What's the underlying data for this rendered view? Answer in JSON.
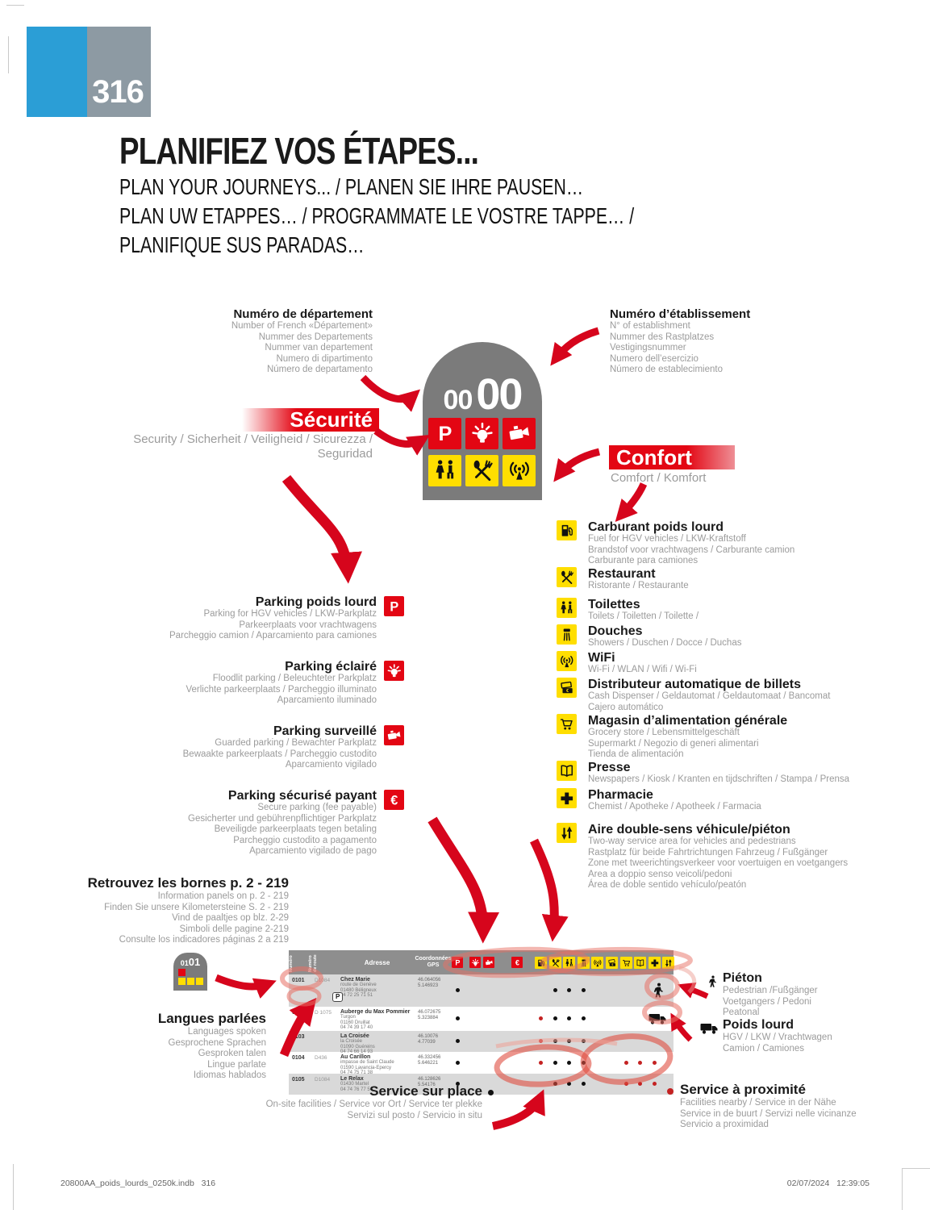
{
  "colors": {
    "red": "#e30613",
    "yellow": "#ffde00",
    "blue": "#2b9ed6",
    "gray_square": "#8d9aa3",
    "sign_gray": "#7b7b7b",
    "table_header": "#8e8e8e",
    "row_alt": "#d9d9d9",
    "text_gray": "#9b9b9b",
    "onsite_dot": "#111111",
    "nearby_dot": "#c42222"
  },
  "page": {
    "number": "316",
    "title": "PLANIFIEZ VOS ÉTAPES...",
    "subtitle_lines": [
      "PLAN YOUR JOURNEYS... / PLANEN SIE IHRE PAUSEN…",
      "PLAN UW ETAPPES… / PROGRAMMATE LE VOSTRE TAPPE… /",
      "PLANIFIQUE SUS PARADAS…"
    ]
  },
  "dept": {
    "title": "Numéro de département",
    "lines": [
      "Number of French «Département»",
      "Nummer des Departements",
      "Nummer van departement",
      "Numero di dipartimento",
      "Número de departamento"
    ]
  },
  "estab": {
    "title": "Numéro d’établissement",
    "lines": [
      "N° of establishment",
      "Nummer des Rastplatzes",
      "Vestigingsnummer",
      "Numero dell’esercizio",
      "Número de establecimiento"
    ]
  },
  "sign": {
    "numbers": [
      "00",
      "00"
    ],
    "security_icons": [
      "parking-icon",
      "light-icon",
      "camera-icon"
    ],
    "comfort_icons": [
      "toilets-icon",
      "restaurant-icon",
      "wifi-icon"
    ]
  },
  "security": {
    "title": "Sécurité",
    "lines": [
      "Security / Sicherheit / Veiligheid / Sicurezza /",
      "Seguridad"
    ]
  },
  "comfort": {
    "title": "Confort",
    "lines": [
      "Comfort / Komfort"
    ]
  },
  "services": [
    {
      "icon": "fuel-icon",
      "title": "Carburant poids lourd",
      "lines": [
        "Fuel for HGV vehicles / LKW-Kraftstoff",
        "Brandstof voor vrachtwagens / Carburante camion",
        "Carburante para camiones"
      ]
    },
    {
      "icon": "restaurant-icon",
      "title": "Restaurant",
      "lines": [
        "Ristorante / Restaurante"
      ]
    },
    {
      "icon": "toilets-icon",
      "title": "Toilettes",
      "lines": [
        "Toilets / Toiletten / Toilette /"
      ]
    },
    {
      "icon": "shower-icon",
      "title": "Douches",
      "lines": [
        "Showers / Duschen / Docce / Duchas"
      ]
    },
    {
      "icon": "wifi-icon",
      "title": "WiFi",
      "lines": [
        "Wi-Fi / WLAN / Wifi / Wi-Fi"
      ]
    },
    {
      "icon": "atm-icon",
      "title": "Distributeur automatique de billets",
      "lines": [
        "Cash Dispenser / Geldautomat / Geldautomaat / Bancomat",
        "Cajero automático"
      ]
    },
    {
      "icon": "cart-icon",
      "title": "Magasin d’alimentation générale",
      "lines": [
        "Grocery store / Lebensmittelgeschäft",
        "Supermarkt / Negozio di generi alimentari",
        "Tienda de alimentación"
      ]
    },
    {
      "icon": "press-icon",
      "title": "Presse",
      "lines": [
        "Newspapers / Kiosk / Kranten en tijdschriften / Stampa / Prensa"
      ]
    },
    {
      "icon": "pharmacy-icon",
      "title": "Pharmacie",
      "lines": [
        "Chemist / Apotheke / Apotheek / Farmacia"
      ]
    },
    {
      "icon": "twoway-icon",
      "title": "Aire double-sens véhicule/piéton",
      "lines": [
        "Two-way service area for vehicles and pedestrians",
        "Rastplatz für beide Fahrtrichtungen Fahrzeug / Fußgänger",
        "Zone met tweerichtingsverkeer voor voertuigen en voetgangers",
        "Area a doppio senso veicoli/pedoni",
        "Área de doble sentido vehículo/peatón"
      ]
    }
  ],
  "parkings": [
    {
      "icon": "parking-icon",
      "title": "Parking poids lourd",
      "lines": [
        "Parking for HGV vehicles / LKW-Parkplatz",
        "Parkeerplaats voor vrachtwagens",
        "Parcheggio camion / Aparcamiento para camiones"
      ]
    },
    {
      "icon": "light-icon",
      "title": "Parking éclairé",
      "lines": [
        "Floodlit parking / Beleuchteter Parkplatz",
        "Verlichte parkeerplaats / Parcheggio illuminato",
        "Aparcamiento iluminado"
      ]
    },
    {
      "icon": "camera-icon",
      "title": "Parking surveillé",
      "lines": [
        "Guarded parking / Bewachter Parkplatz",
        "Bewaakte parkeerplaats / Parcheggio custodito",
        "Aparcamiento vigilado"
      ]
    },
    {
      "icon": "euro-icon",
      "title": "Parking sécurisé payant",
      "lines": [
        "Secure parking (fee payable)",
        "Gesicherter und gebührenpflichtiger Parkplatz",
        "Beveiligde parkeerplaats tegen betaling",
        "Parcheggio custodito a pagamento",
        "Aparcamiento vigilado de pago"
      ]
    }
  ],
  "bornes": {
    "title": "Retrouvez les bornes p. 2 - 219",
    "lines": [
      "Information panels on p. 2 - 219",
      "Finden Sie unsere Kilometersteine S. 2 - 219",
      "Vind de paaltjes op blz. 2-29",
      "Simboli delle pagine 2-219",
      "Consulte los indicadores páginas 2 a 219"
    ]
  },
  "langues": {
    "title": "Langues parlées",
    "lines": [
      "Languages spoken",
      "Gesprochene Sprachen",
      "Gesproken talen",
      "Lingue parlate",
      "Idiomas hablados"
    ]
  },
  "mini_sign": {
    "numbers": [
      "01",
      "01"
    ]
  },
  "table": {
    "headers": {
      "numero": "Numéro",
      "route": "Numéro de route",
      "adresse": "Adresse",
      "gps": "Coordonnées GPS"
    },
    "red_icons": [
      "parking-icon",
      "light-icon",
      "camera-icon",
      "euro-icon"
    ],
    "yellow_icons": [
      "fuel-icon",
      "restaurant-icon",
      "toilets-icon",
      "shower-icon",
      "wifi-icon",
      "atm-icon",
      "cart-icon",
      "press-icon",
      "pharmacy-icon",
      "twoway-icon"
    ],
    "rows": [
      {
        "numero": "0101",
        "route": "D1084",
        "name": "Chez Marie",
        "address": [
          "route de Genève",
          "01480 Béligneux",
          "04 72 25 71 51"
        ],
        "badge": "P",
        "gps": [
          "46.064056",
          "5.146923"
        ],
        "marker_icon": "pedestrian-icon",
        "dots": [
          {
            "col": "parking",
            "type": "onsite"
          },
          {
            "col": "restaurant",
            "type": "onsite"
          },
          {
            "col": "toilettes",
            "type": "onsite"
          },
          {
            "col": "douches",
            "type": "onsite"
          }
        ]
      },
      {
        "numero": "0102",
        "route": "D 1075",
        "name": "Auberge du Max Pommier",
        "address": [
          "Turgon",
          "01160 Druillat",
          "04 74 39 17 40"
        ],
        "gps": [
          "46.072675",
          "5.323884"
        ],
        "marker_icon": "truck-icon",
        "dots": [
          {
            "col": "parking",
            "type": "onsite"
          },
          {
            "col": "carburant",
            "type": "nearby"
          },
          {
            "col": "restaurant",
            "type": "onsite"
          },
          {
            "col": "toilettes",
            "type": "onsite"
          },
          {
            "col": "douches",
            "type": "onsite"
          }
        ]
      },
      {
        "numero": "0103",
        "route": "",
        "name": "La Croisée",
        "address": [
          "la Croisée",
          "01090 Guéreins",
          "04 74 66 14 93"
        ],
        "gps": [
          "46.10076",
          "4.77039"
        ],
        "dots": [
          {
            "col": "parking",
            "type": "onsite"
          },
          {
            "col": "carburant",
            "type": "nearby"
          },
          {
            "col": "restaurant",
            "type": "onsite"
          },
          {
            "col": "toilettes",
            "type": "onsite"
          },
          {
            "col": "douches",
            "type": "onsite"
          }
        ]
      },
      {
        "numero": "0104",
        "route": "D436",
        "name": "Au Carillon",
        "address": [
          "impasse de Saint Claude",
          "01590 Lavancia-Epercy",
          "04 74 75 71 38"
        ],
        "gps": [
          "46.332456",
          "5.646221"
        ],
        "dots": [
          {
            "col": "parking",
            "type": "onsite"
          },
          {
            "col": "carburant",
            "type": "nearby"
          },
          {
            "col": "restaurant",
            "type": "onsite"
          },
          {
            "col": "toilettes",
            "type": "onsite"
          },
          {
            "col": "douches",
            "type": "onsite"
          },
          {
            "col": "magasin",
            "type": "nearby"
          },
          {
            "col": "presse",
            "type": "nearby"
          },
          {
            "col": "pharmacie",
            "type": "nearby"
          }
        ]
      },
      {
        "numero": "0105",
        "route": "D1084",
        "name": "Le Relax",
        "address": [
          "01430 Martel",
          "04 74 76 77 54"
        ],
        "gps": [
          "46.128626",
          "5.54176"
        ],
        "dots": [
          {
            "col": "parking",
            "type": "onsite"
          },
          {
            "col": "restaurant",
            "type": "onsite"
          },
          {
            "col": "toilettes",
            "type": "onsite"
          },
          {
            "col": "douches",
            "type": "onsite"
          },
          {
            "col": "magasin",
            "type": "nearby"
          },
          {
            "col": "presse",
            "type": "nearby"
          },
          {
            "col": "pharmacie",
            "type": "nearby"
          }
        ]
      }
    ]
  },
  "annotations": {
    "pieton": {
      "icon": "pedestrian-icon",
      "title": "Piéton",
      "lines": [
        "Pedestrian /Fußgänger",
        "Voetgangers / Pedoni",
        "Peatonal"
      ]
    },
    "poids_lourd": {
      "icon": "truck-icon",
      "title": "Poids lourd",
      "lines": [
        "HGV / LKW / Vrachtwagen",
        "Camion / Camiones"
      ]
    },
    "service_proximite": {
      "title": "Service à proximité",
      "lines": [
        "Facilities nearby / Service in der Nähe",
        "Service in de buurt / Servizi nelle vicinanze",
        "Servicio a proximidad"
      ]
    },
    "service_sur_place": {
      "title": "Service sur place",
      "lines": [
        "On-site facilities / Service vor Ort / Service ter plekke",
        "Servizi sul posto / Servicio in situ"
      ]
    }
  },
  "footer": {
    "file": "20800AA_poids_lourds_0250k.indb",
    "page": "316",
    "date": "02/07/2024",
    "time": "12:39:05"
  }
}
